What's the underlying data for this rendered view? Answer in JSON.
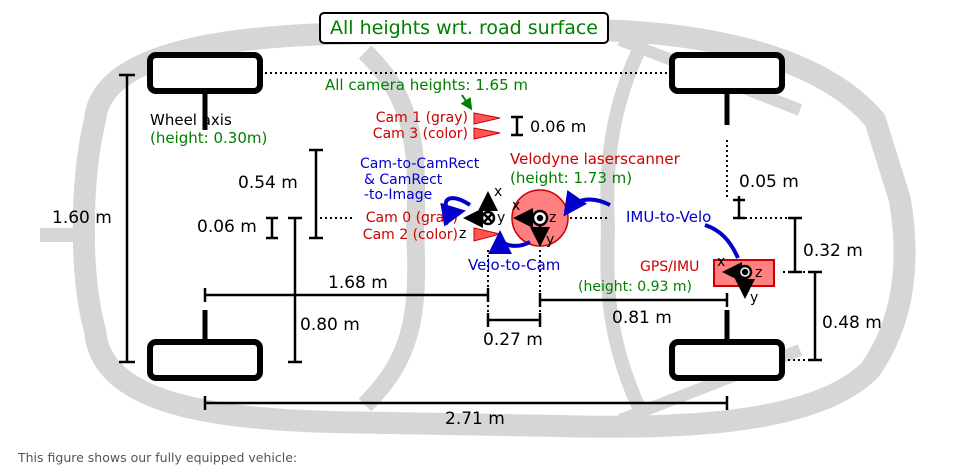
{
  "title": "All heights wrt. road surface",
  "camera_heights_label": "All camera heights: 1.65 m",
  "wheel_axis": {
    "line1": "Wheel axis",
    "line2": "(height: 0.30m)"
  },
  "cams": {
    "cam1": "Cam 1 (gray)",
    "cam3": "Cam 3 (color)",
    "cam0": "Cam 0 (gray)",
    "cam2": "Cam 2 (color)"
  },
  "velodyne": {
    "name": "Velodyne laserscanner",
    "height": "(height: 1.73 m)"
  },
  "gps": {
    "name": "GPS/IMU",
    "height": "(height: 0.93 m)"
  },
  "transforms": {
    "cam_to_camrect_1": "Cam-to-CamRect",
    "cam_to_camrect_2": "& CamRect",
    "cam_to_camrect_3": "-to-Image",
    "imu_to_velo": "IMU-to-Velo",
    "velo_to_cam": "Velo-to-Cam"
  },
  "dims": {
    "d_006_top": "0.06 m",
    "d_160": "1.60 m",
    "d_054": "0.54 m",
    "d_006_left": "0.06 m",
    "d_005": "0.05 m",
    "d_032": "0.32 m",
    "d_168": "1.68 m",
    "d_080": "0.80 m",
    "d_081": "0.81 m",
    "d_048": "0.48 m",
    "d_027": "0.27 m",
    "d_271": "2.71 m"
  },
  "axes": {
    "x": "x",
    "y": "y",
    "z": "z"
  },
  "caption": "This figure shows our fully equipped vehicle:",
  "colors": {
    "red": "#cc0000",
    "green": "#008000",
    "blue": "#0000cc",
    "car_gray": "#d6d6d6"
  }
}
